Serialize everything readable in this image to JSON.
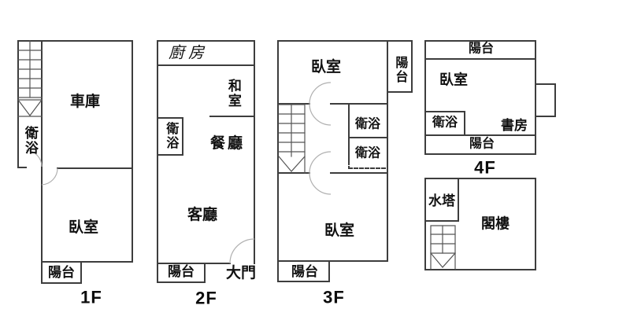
{
  "colors": {
    "wall": "#3d3d3d",
    "stair": "#555555",
    "arc": "#b0b0b0",
    "text": "#111111",
    "background": "#ffffff"
  },
  "floors": {
    "f1": {
      "label": "1F",
      "garage": "車庫",
      "bath": "衛浴",
      "bedroom": "臥室",
      "balcony": "陽台"
    },
    "f2": {
      "label": "2F",
      "kitchen": "廚房",
      "tatami": "和室",
      "bath": "衛浴",
      "dining": "餐廳",
      "living": "客廳",
      "balcony": "陽台",
      "main_door": "大門"
    },
    "f3": {
      "label": "3F",
      "bedroom_top": "臥室",
      "balcony_top": "陽台",
      "bath_upper": "衛浴",
      "bath_lower": "衛浴",
      "bedroom_bottom": "臥室",
      "balcony_bottom": "陽台"
    },
    "f4": {
      "label": "4F",
      "balcony_top": "陽台",
      "bedroom": "臥室",
      "bath": "衛浴",
      "study": "書房",
      "balcony_bottom": "陽台"
    },
    "attic": {
      "water_tank": "水塔",
      "loft": "閣樓"
    }
  }
}
